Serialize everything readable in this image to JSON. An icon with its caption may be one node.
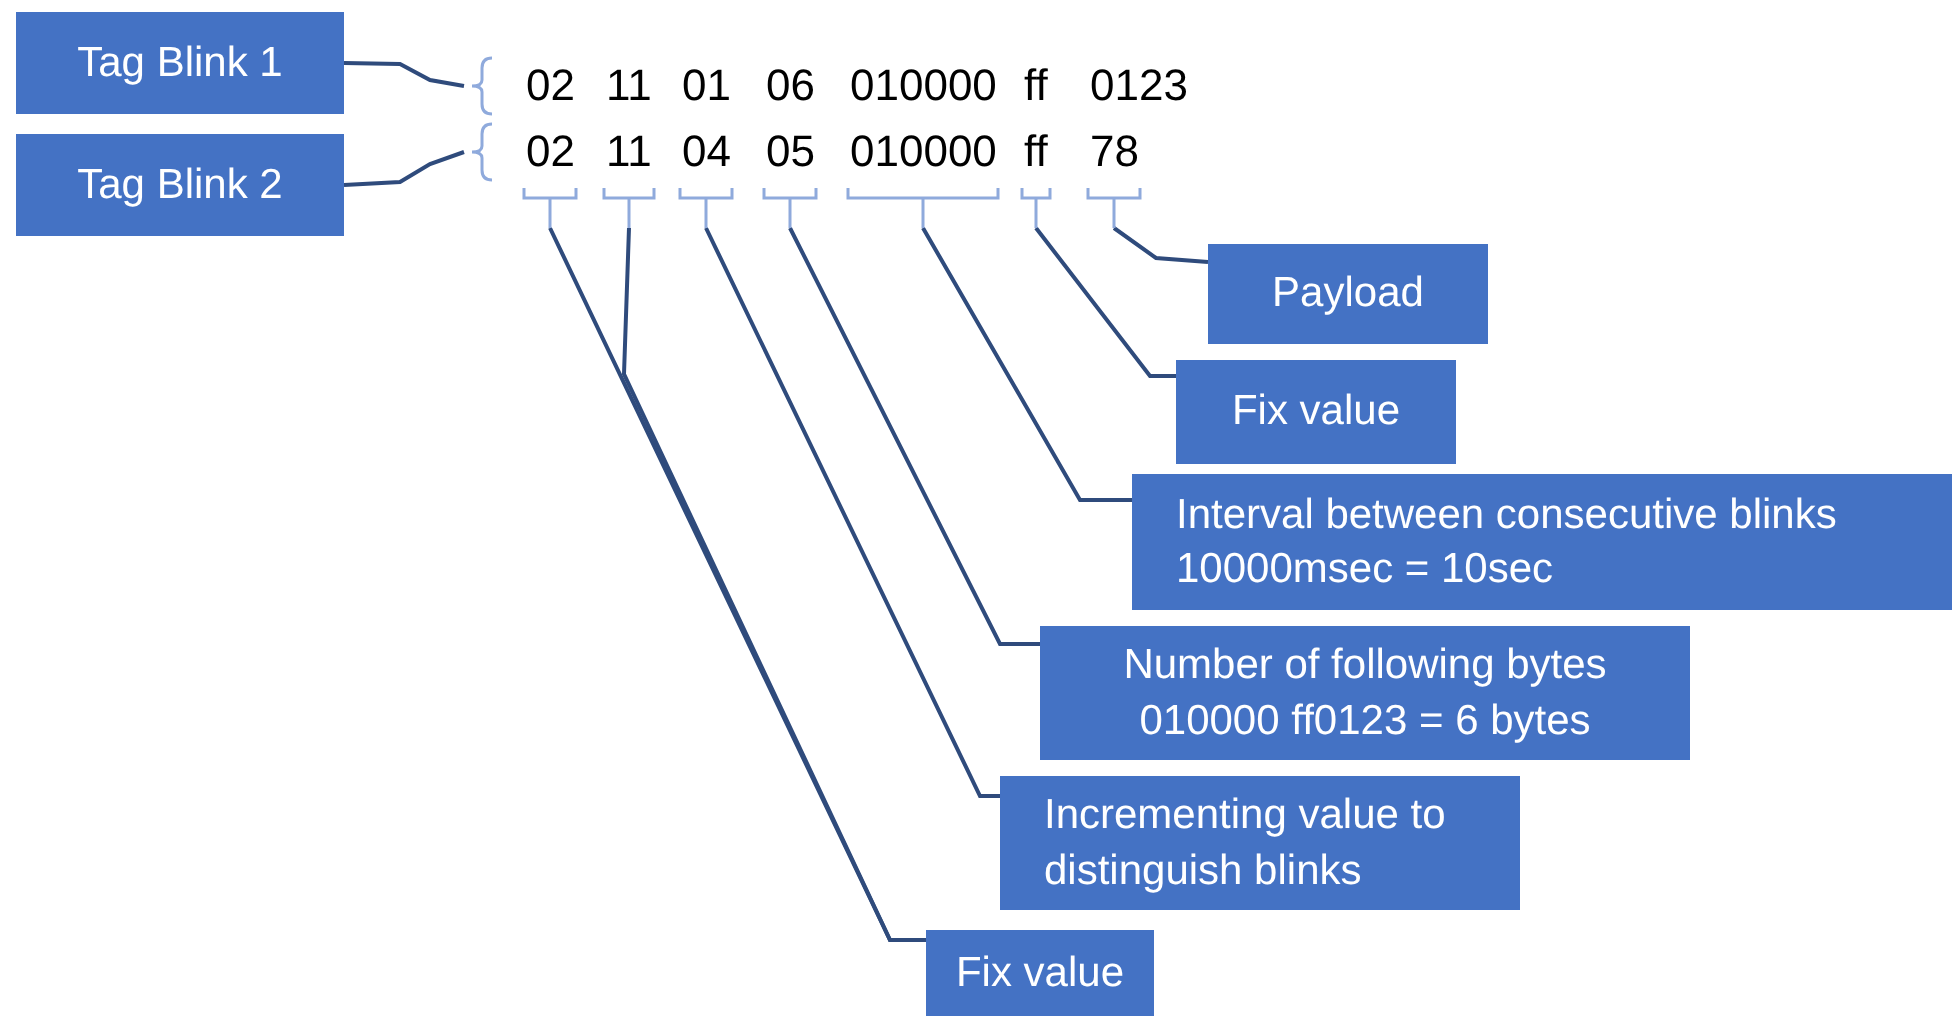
{
  "diagram": {
    "nodes": [
      {
        "text": [
          "Tag Blink 1"
        ]
      },
      {
        "text": [
          "Tag Blink 2"
        ]
      },
      {
        "text": [
          "02 11 01 06 010000 ff 0123"
        ]
      },
      {
        "text": [
          "02 11 04 05 010000 ff 78"
        ]
      },
      {
        "text": [],
        "shape": "bracket"
      },
      {
        "text": [],
        "shape": "bracket"
      },
      {
        "text": [],
        "shape": "bracket"
      },
      {
        "text": [],
        "shape": "bracket"
      },
      {
        "text": [],
        "shape": "bracket"
      },
      {
        "text": [],
        "shape": "bracket"
      },
      {
        "text": [],
        "shape": "bracket"
      },
      {
        "text": [
          "Payload"
        ]
      },
      {
        "text": [
          "Fix value"
        ]
      },
      {
        "text": [
          "Interval between consecutive blinks 10000msec = 10sec"
        ]
      },
      {
        "text": [
          "Number of following bytes 010000 ff0123 = 6 bytes"
        ]
      },
      {
        "text": [
          "Incrementing value to distinguish blinks"
        ]
      },
      {
        "text": [
          "Fix value"
        ]
      }
    ],
    "edges": [
      {
        "from": 0,
        "to": 2,
        "arrow": "none"
      },
      {
        "from": 1,
        "to": 3,
        "arrow": "none"
      },
      {
        "from": 4,
        "to": 16,
        "arrow": "none"
      },
      {
        "from": 5,
        "to": 16,
        "arrow": "none"
      },
      {
        "from": 6,
        "to": 15,
        "arrow": "none"
      },
      {
        "from": 7,
        "to": 14,
        "arrow": "none"
      },
      {
        "from": 8,
        "to": 13,
        "arrow": "none"
      },
      {
        "from": 9,
        "to": 12,
        "arrow": "none"
      },
      {
        "from": 10,
        "to": 11,
        "arrow": "none"
      }
    ]
  }
}
